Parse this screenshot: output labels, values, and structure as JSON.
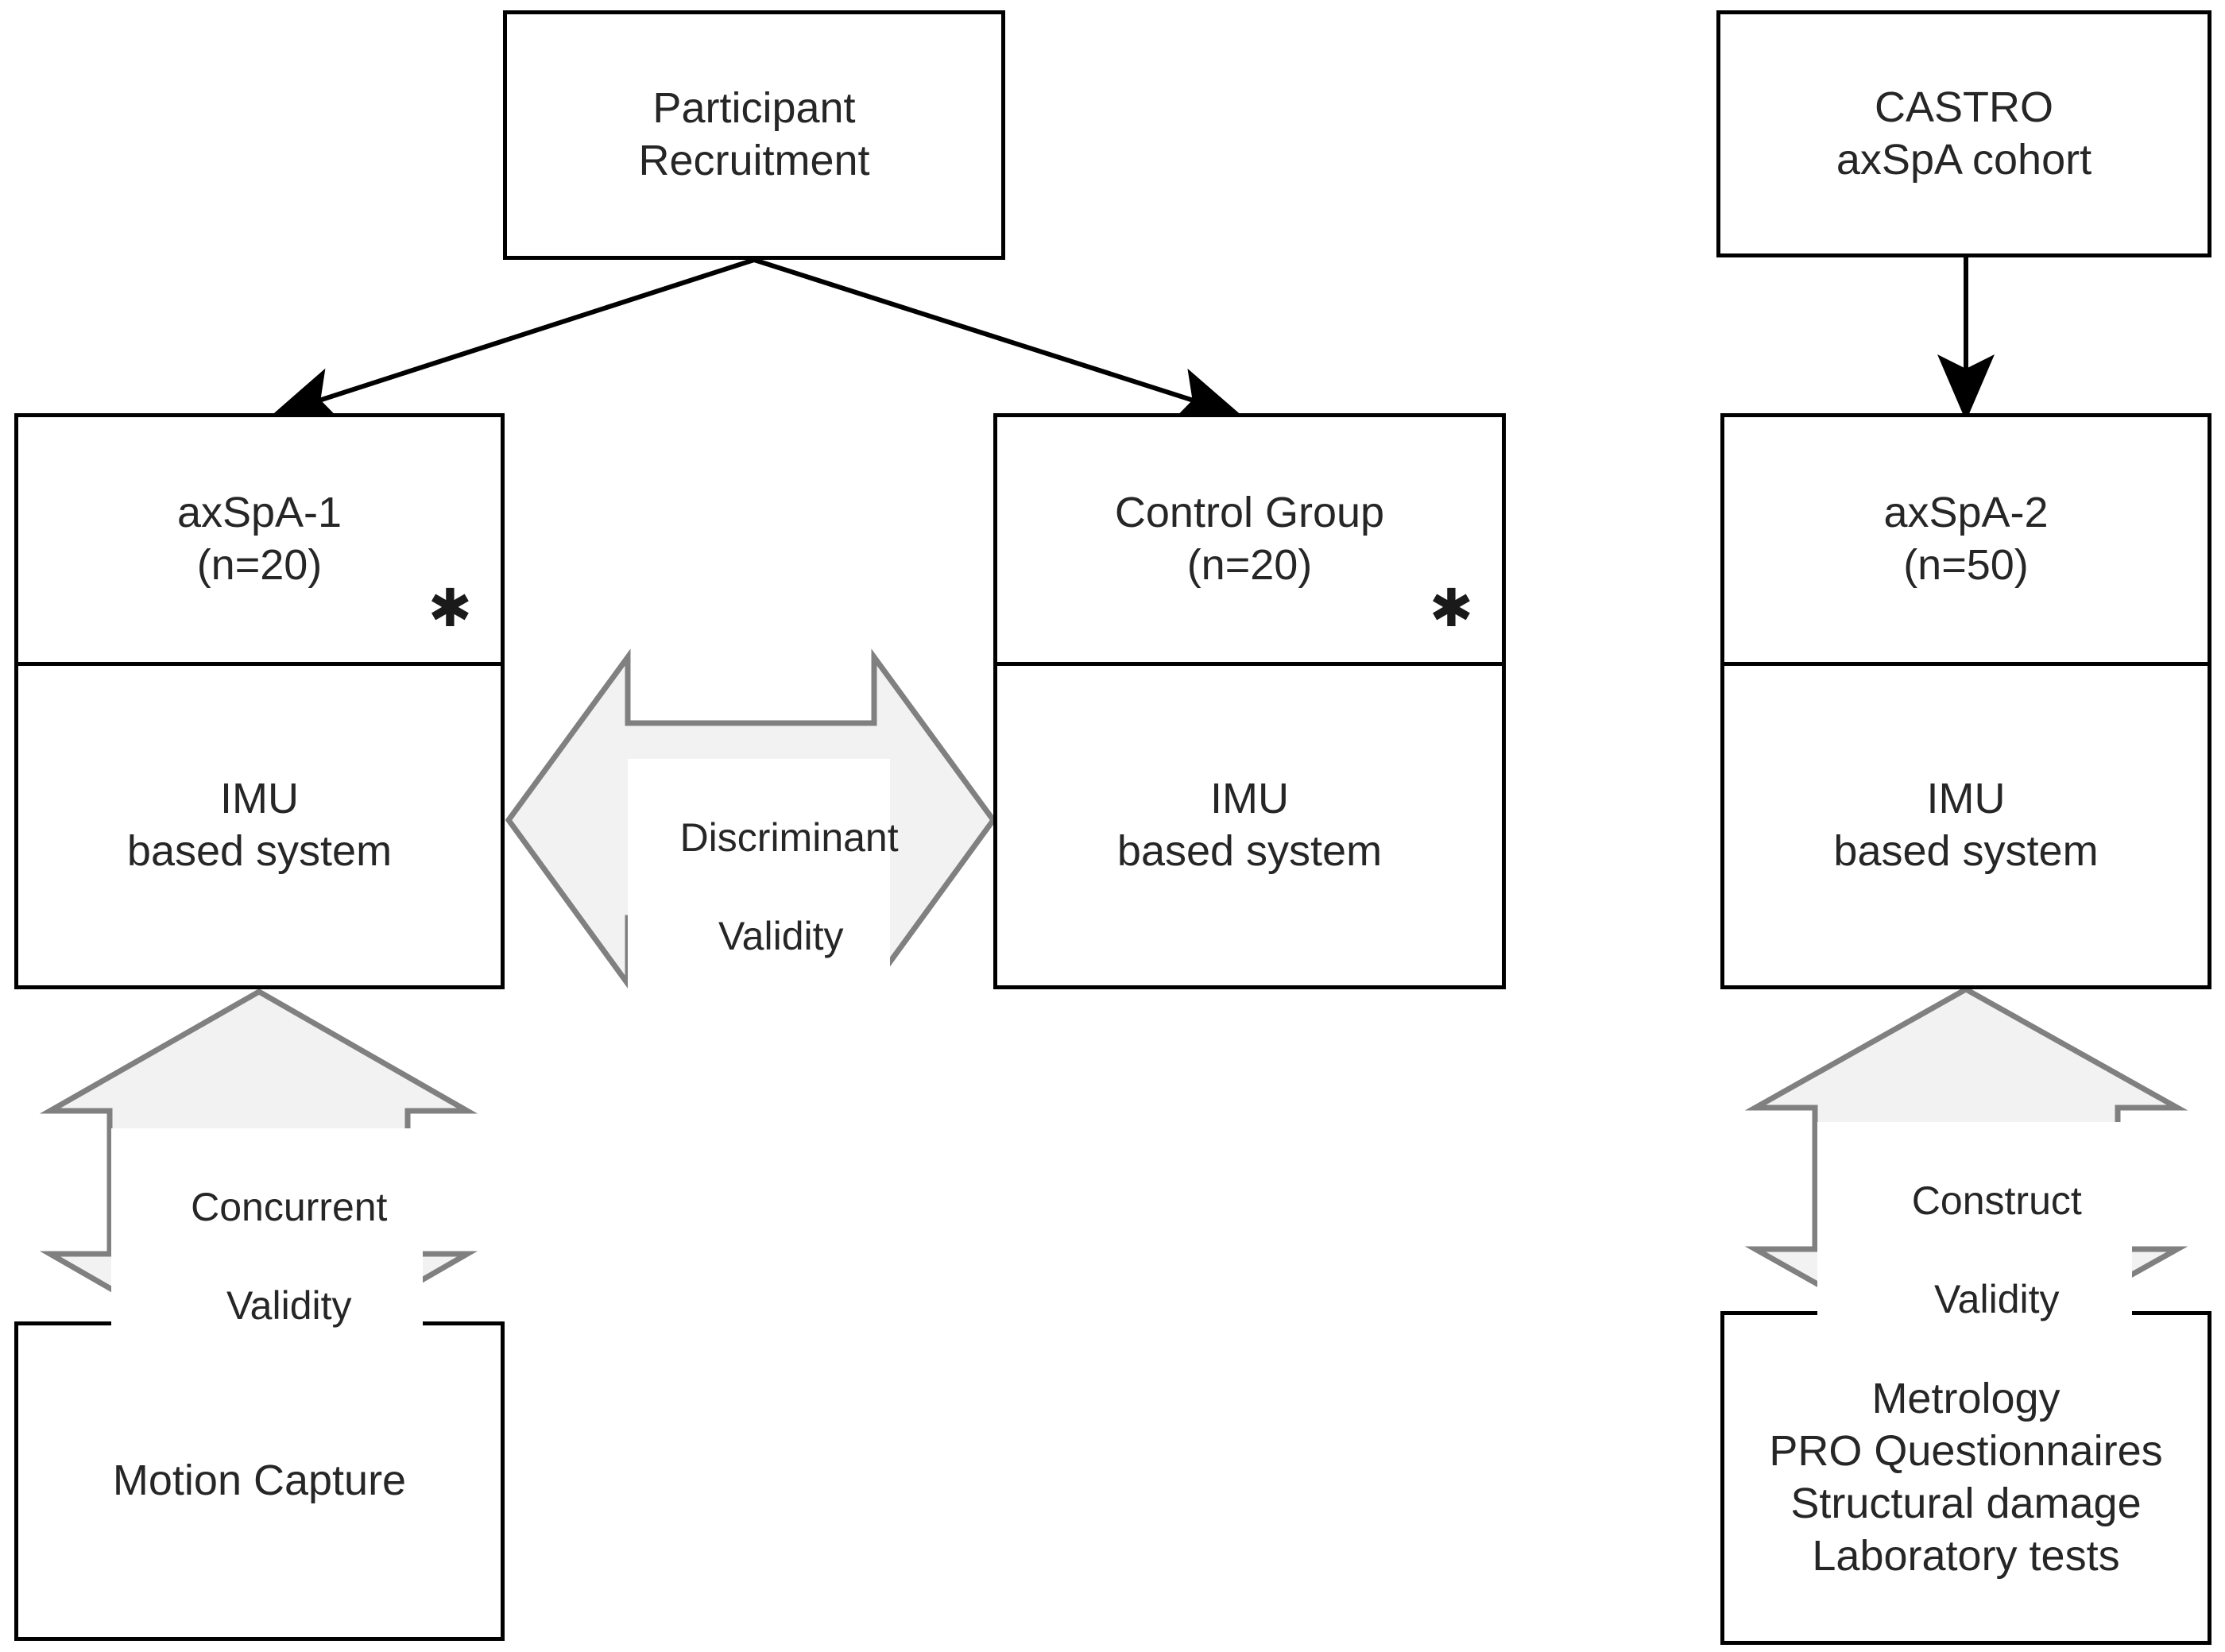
{
  "diagram": {
    "title_nodes": {
      "participant_recruitment": {
        "line1": "Participant",
        "line2": "Recruitment"
      },
      "castro_cohort": {
        "line1": "CASTRO",
        "line2": "axSpA cohort"
      }
    },
    "group_nodes": {
      "axspa1": {
        "line1": "axSpA-1",
        "line2": "(n=20)",
        "marker": "✱"
      },
      "control_group": {
        "line1": "Control Group",
        "line2": "(n=20)",
        "marker": "✱"
      },
      "axspa2": {
        "line1": "axSpA-2",
        "line2": "(n=50)"
      }
    },
    "system_nodes": {
      "imu_left": {
        "line1": "IMU",
        "line2": "based system"
      },
      "imu_middle": {
        "line1": "IMU",
        "line2": "based system"
      },
      "imu_right": {
        "line1": "IMU",
        "line2": "based system"
      }
    },
    "outcome_nodes": {
      "motion_capture": {
        "line1": "Motion Capture"
      },
      "clinical_measures": {
        "line1": "Metrology",
        "line2": "PRO Questionnaires",
        "line3": "Structural damage",
        "line4": "Laboratory tests"
      }
    },
    "validity_arrows": {
      "discriminant": {
        "line1": "Discriminant",
        "line2": "Validity",
        "orientation": "horizontal"
      },
      "concurrent": {
        "line1": "Concurrent",
        "line2": "Validity",
        "orientation": "vertical"
      },
      "construct": {
        "line1": "Construct",
        "line2": "Validity",
        "orientation": "vertical"
      }
    },
    "colors": {
      "box_border": "#000000",
      "box_fill": "#ffffff",
      "text": "#262626",
      "arrow_fill": "#f2f2f2",
      "arrow_stroke": "#808080",
      "connector": "#000000"
    }
  }
}
